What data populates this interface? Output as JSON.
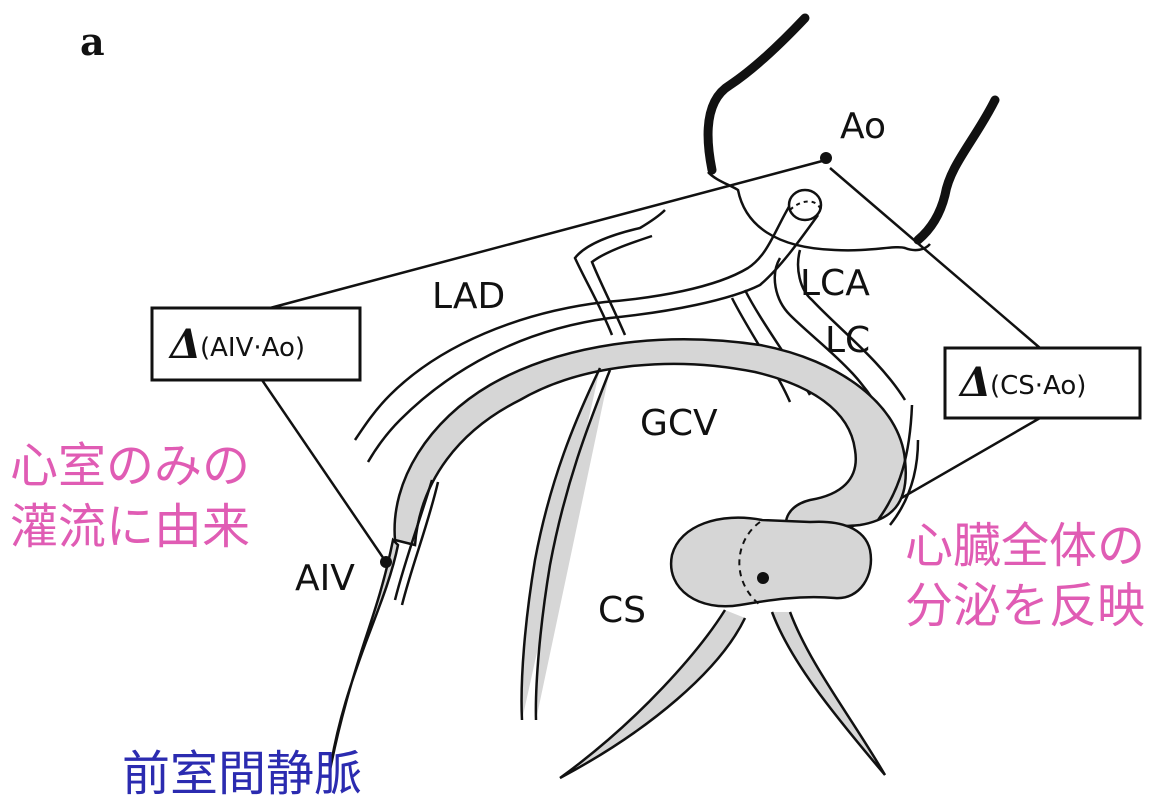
{
  "panel_label": "a",
  "colors": {
    "ink": "#111111",
    "vein_fill": "#d6d6d6",
    "annotation_pink": "#e05cb4",
    "annotation_blue": "#2b2bb0"
  },
  "anatomy_labels": {
    "ao": "Ao",
    "lad": "LAD",
    "lca": "LCA",
    "lc": "LC",
    "gcv": "GCV",
    "aiv": "AIV",
    "cs": "CS"
  },
  "boxes": {
    "left": {
      "delta": "Δ",
      "text": "(AIV·Ao)"
    },
    "right": {
      "delta": "Δ",
      "text": "(CS·Ao)"
    }
  },
  "annotations": {
    "left_line1": "心室のみの",
    "left_line2": "灌流に由来",
    "right_line1": "心臓全体の",
    "right_line2": "分泌を反映",
    "bottom": "前室間静脈"
  }
}
